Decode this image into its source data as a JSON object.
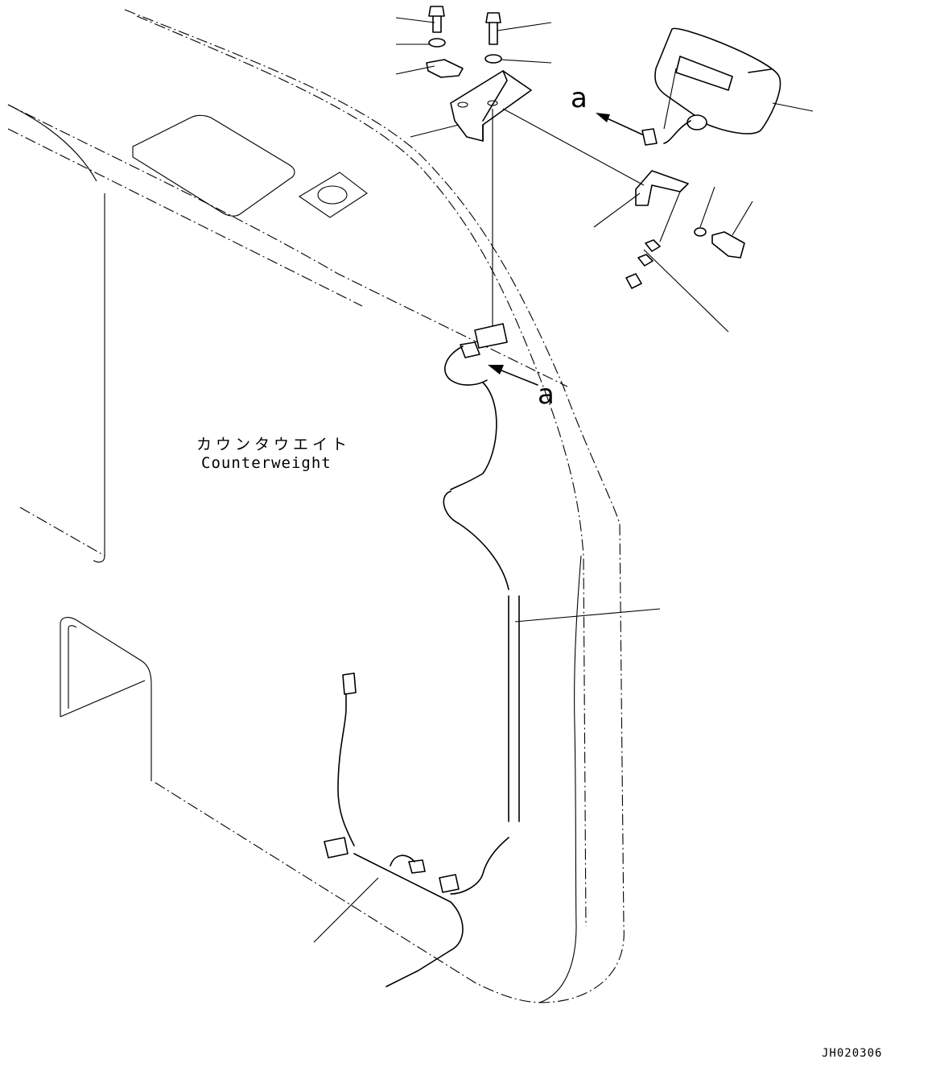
{
  "labels": {
    "part_name_jp": "カウンタウエイト",
    "part_name_en": "Counterweight",
    "ref_a_top": "a",
    "ref_a_mid": "a",
    "drawing_code": "JH020306"
  }
}
